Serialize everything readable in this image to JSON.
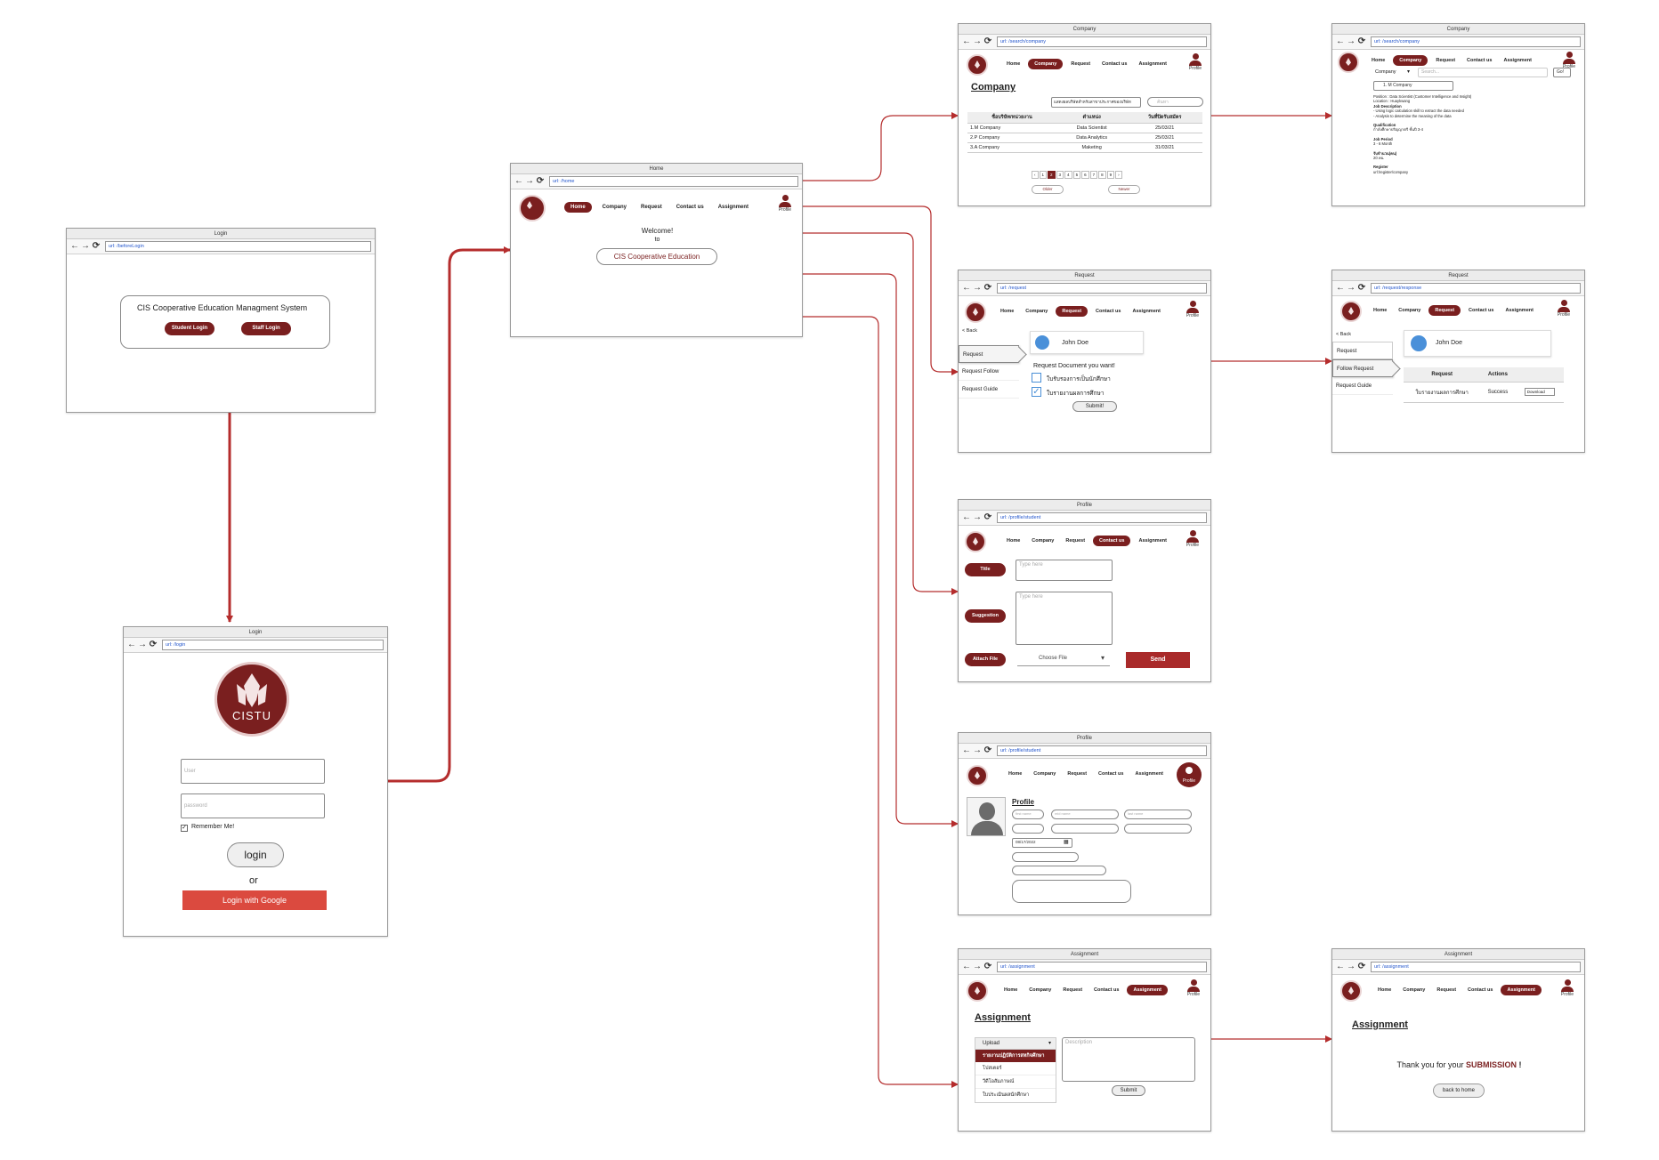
{
  "colors": {
    "brand": "#7a1f1f",
    "connector": "#b52d2d",
    "google": "#db4a3f",
    "link": "#2255cc"
  },
  "nav": {
    "home": "Home",
    "company": "Company",
    "request": "Request",
    "contact": "Contact us",
    "assignment": "Assignment",
    "profile": "Profile"
  },
  "w_login_before": {
    "title": "Login",
    "url": "url: /beforeLogin",
    "system_name": "CIS Cooperative Education Managment System",
    "student_login": "Student Login",
    "staff_login": "Staff Login"
  },
  "w_login": {
    "title": "Login",
    "url": "url: /login",
    "logo_text": "CISTU",
    "user_placeholder": "User",
    "password_placeholder": "password",
    "remember": "Remember Me!",
    "login": "login",
    "or": "or",
    "google": "Login with Google"
  },
  "w_home": {
    "title": "Home",
    "url": "url: /home",
    "welcome": "Welcome!",
    "to": "to",
    "cta": "CIS Cooperative Education"
  },
  "w_company": {
    "title": "Company",
    "url": "url: /search/company",
    "heading": "Company",
    "filter": "แสดงผลบริษัทสำหรับสาขาประกาศของบริษัท",
    "search_placeholder": "ค้นหา",
    "columns": [
      "ชื่อบริษัท/หน่วยงาน",
      "ตำแหน่ง",
      "วันที่ปิดรับสมัคร"
    ],
    "rows": [
      [
        "1.M Company",
        "Data Scientist",
        "25/03/21"
      ],
      [
        "2.P Company",
        "Data Analytics",
        "25/03/21"
      ],
      [
        "3.A Company",
        "Maketing",
        "31/03/21"
      ]
    ],
    "pages": [
      "‹",
      "1",
      "2",
      "3",
      "4",
      "5",
      "6",
      "7",
      "8",
      "9",
      "›"
    ],
    "older": "Older",
    "newer": "Newer"
  },
  "w_company_detail": {
    "title": "Company",
    "url": "url: /search/company",
    "filter": "Company",
    "search_placeholder": "Search...",
    "go": "Go!",
    "selected": "1. M Company",
    "details": [
      "Position : Data Scientist (Customer Intelligence and Insight)",
      "Location : Huaykwang",
      "Job Description",
      "- Using logic calculation skill to extract the data needed",
      "- Analysis to determine the meaning of the data",
      "Qualification",
      "กำลังศึกษาปริญญาตรี ชั้นปี 3-4",
      "Job Period",
      "3 - 6 Month",
      "รับจำนวน(คน)",
      "20 คน",
      "Register",
      "url:/register/company"
    ]
  },
  "w_request": {
    "title": "Request",
    "url": "url: /request",
    "back": "Back",
    "side": [
      "Request",
      "Request Follow",
      "Request Guide"
    ],
    "user": "John Doe",
    "prompt": "Request Document you want!",
    "options": [
      "ใบรับรองการเป็นนักศึกษา",
      "ใบรายงานผลการศึกษา"
    ],
    "submit": "Submit!"
  },
  "w_request_response": {
    "title": "Request",
    "url": "url: /request/response",
    "back": "Back",
    "side": [
      "Request",
      "Follow Request",
      "Request Guide"
    ],
    "user": "John Doe",
    "col_request": "Request",
    "col_actions": "Actions",
    "row_request": "ใบรายงานผลการศึกษา",
    "row_status": "Success",
    "row_action": "Download"
  },
  "w_contact": {
    "title": "Profile",
    "url": "url: /profile/student",
    "title_btn": "Title",
    "suggestion_btn": "Suggestion",
    "attach_btn": "Attach File",
    "type_here": "Type here",
    "choose_file": "Choose File",
    "send": "Send"
  },
  "w_profile": {
    "title": "Profile",
    "url": "url: /profile/student",
    "heading": "Profile",
    "first": "first name",
    "mid": "mid name",
    "last": "last name",
    "date": "08/17/2022"
  },
  "w_assignment": {
    "title": "Assignment",
    "url": "url: /assignment",
    "heading": "Assignment",
    "upload": "Upload",
    "items": [
      "รายงานปฏิบัติการสหกิจศึกษา",
      "โปสเตอร์",
      "วีดีโอสัมภาษณ์",
      "ใบประเมินผลนักศึกษา"
    ],
    "description": "Description",
    "submit": "Submit"
  },
  "w_assignment_done": {
    "title": "Assignment",
    "url": "url: /assignment",
    "heading": "Assignment",
    "thanks": "Thank you for your",
    "submission": "SUBMISSION",
    "bang": "!",
    "back": "back to home"
  }
}
